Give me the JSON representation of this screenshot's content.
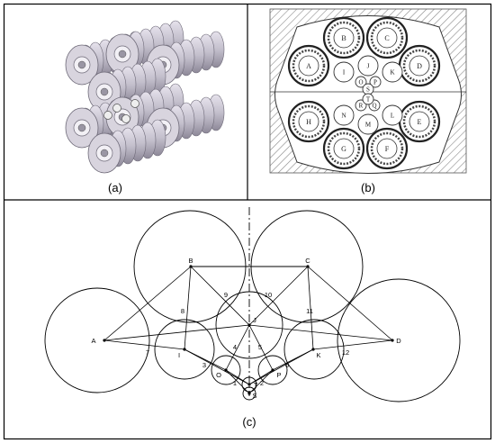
{
  "panels": [
    {
      "id": "a",
      "caption": "(a)"
    },
    {
      "id": "b",
      "caption": "(b)"
    },
    {
      "id": "c",
      "caption": "(c)"
    }
  ],
  "cross_section": {
    "large_rollers": [
      "A",
      "B",
      "C",
      "D",
      "E",
      "F",
      "G",
      "H"
    ],
    "small_rollers": [
      "I",
      "J",
      "K",
      "L",
      "M",
      "N",
      "O",
      "P",
      "Q",
      "R",
      "S",
      "T"
    ]
  },
  "geometry": {
    "point_labels": [
      "A",
      "B",
      "C",
      "D",
      "I",
      "J",
      "K",
      "O",
      "P",
      "T",
      "S"
    ],
    "segment_labels": [
      "1",
      "2",
      "3",
      "4",
      "5",
      "6",
      "7",
      "8",
      "9",
      "10",
      "11",
      "12"
    ]
  },
  "colors": {
    "roller_gray": "#c7c3cf",
    "roller_dark": "#6e6a78",
    "hatch": "#8a8a8a",
    "line": "#000000"
  }
}
